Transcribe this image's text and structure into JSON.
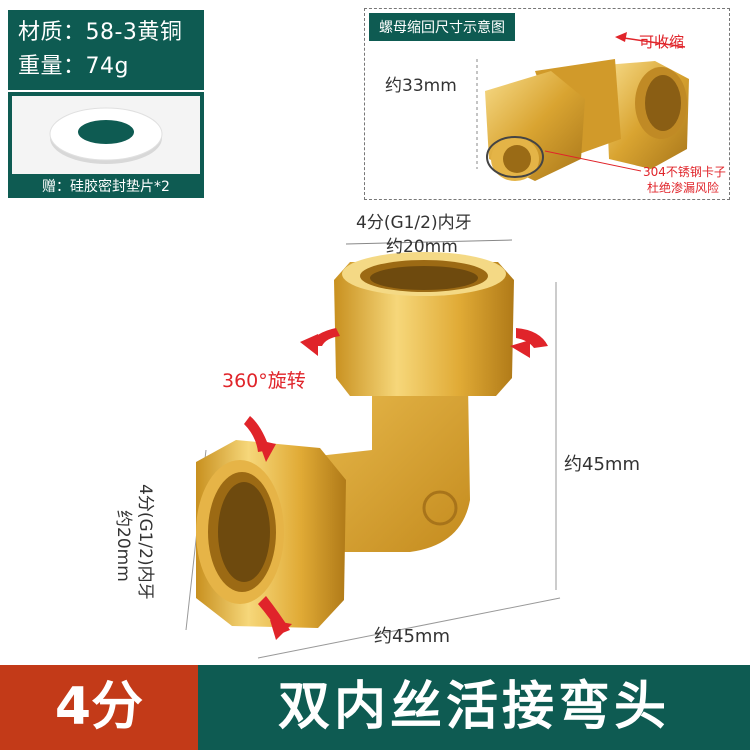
{
  "specs": {
    "material": "材质：58-3黄铜",
    "weight": "重量：74g"
  },
  "gift": {
    "label": "赠：硅胶密封垫片*2"
  },
  "inset": {
    "title": "螺母缩回尺寸示意图",
    "shrink_label": "可收缩",
    "length_label": "约33mm",
    "clip_line1": "304不锈钢卡子",
    "clip_line2": "杜绝渗漏风险"
  },
  "dimensions": {
    "top_thread_line1": "4分(G1/2)内牙",
    "top_thread_line2": "约20mm",
    "rotation": "360°旋转",
    "height": "约45mm",
    "left_thread_line1": "4分(G1/2)内牙",
    "left_thread_line2": "约20mm",
    "width": "约45mm"
  },
  "banner": {
    "size": "4分",
    "product": "双内丝活接弯头"
  },
  "colors": {
    "brand_green": "#0e5b52",
    "accent_orange": "#c33a18",
    "arrow_red": "#e0242a",
    "brass": "#e2b23a"
  }
}
